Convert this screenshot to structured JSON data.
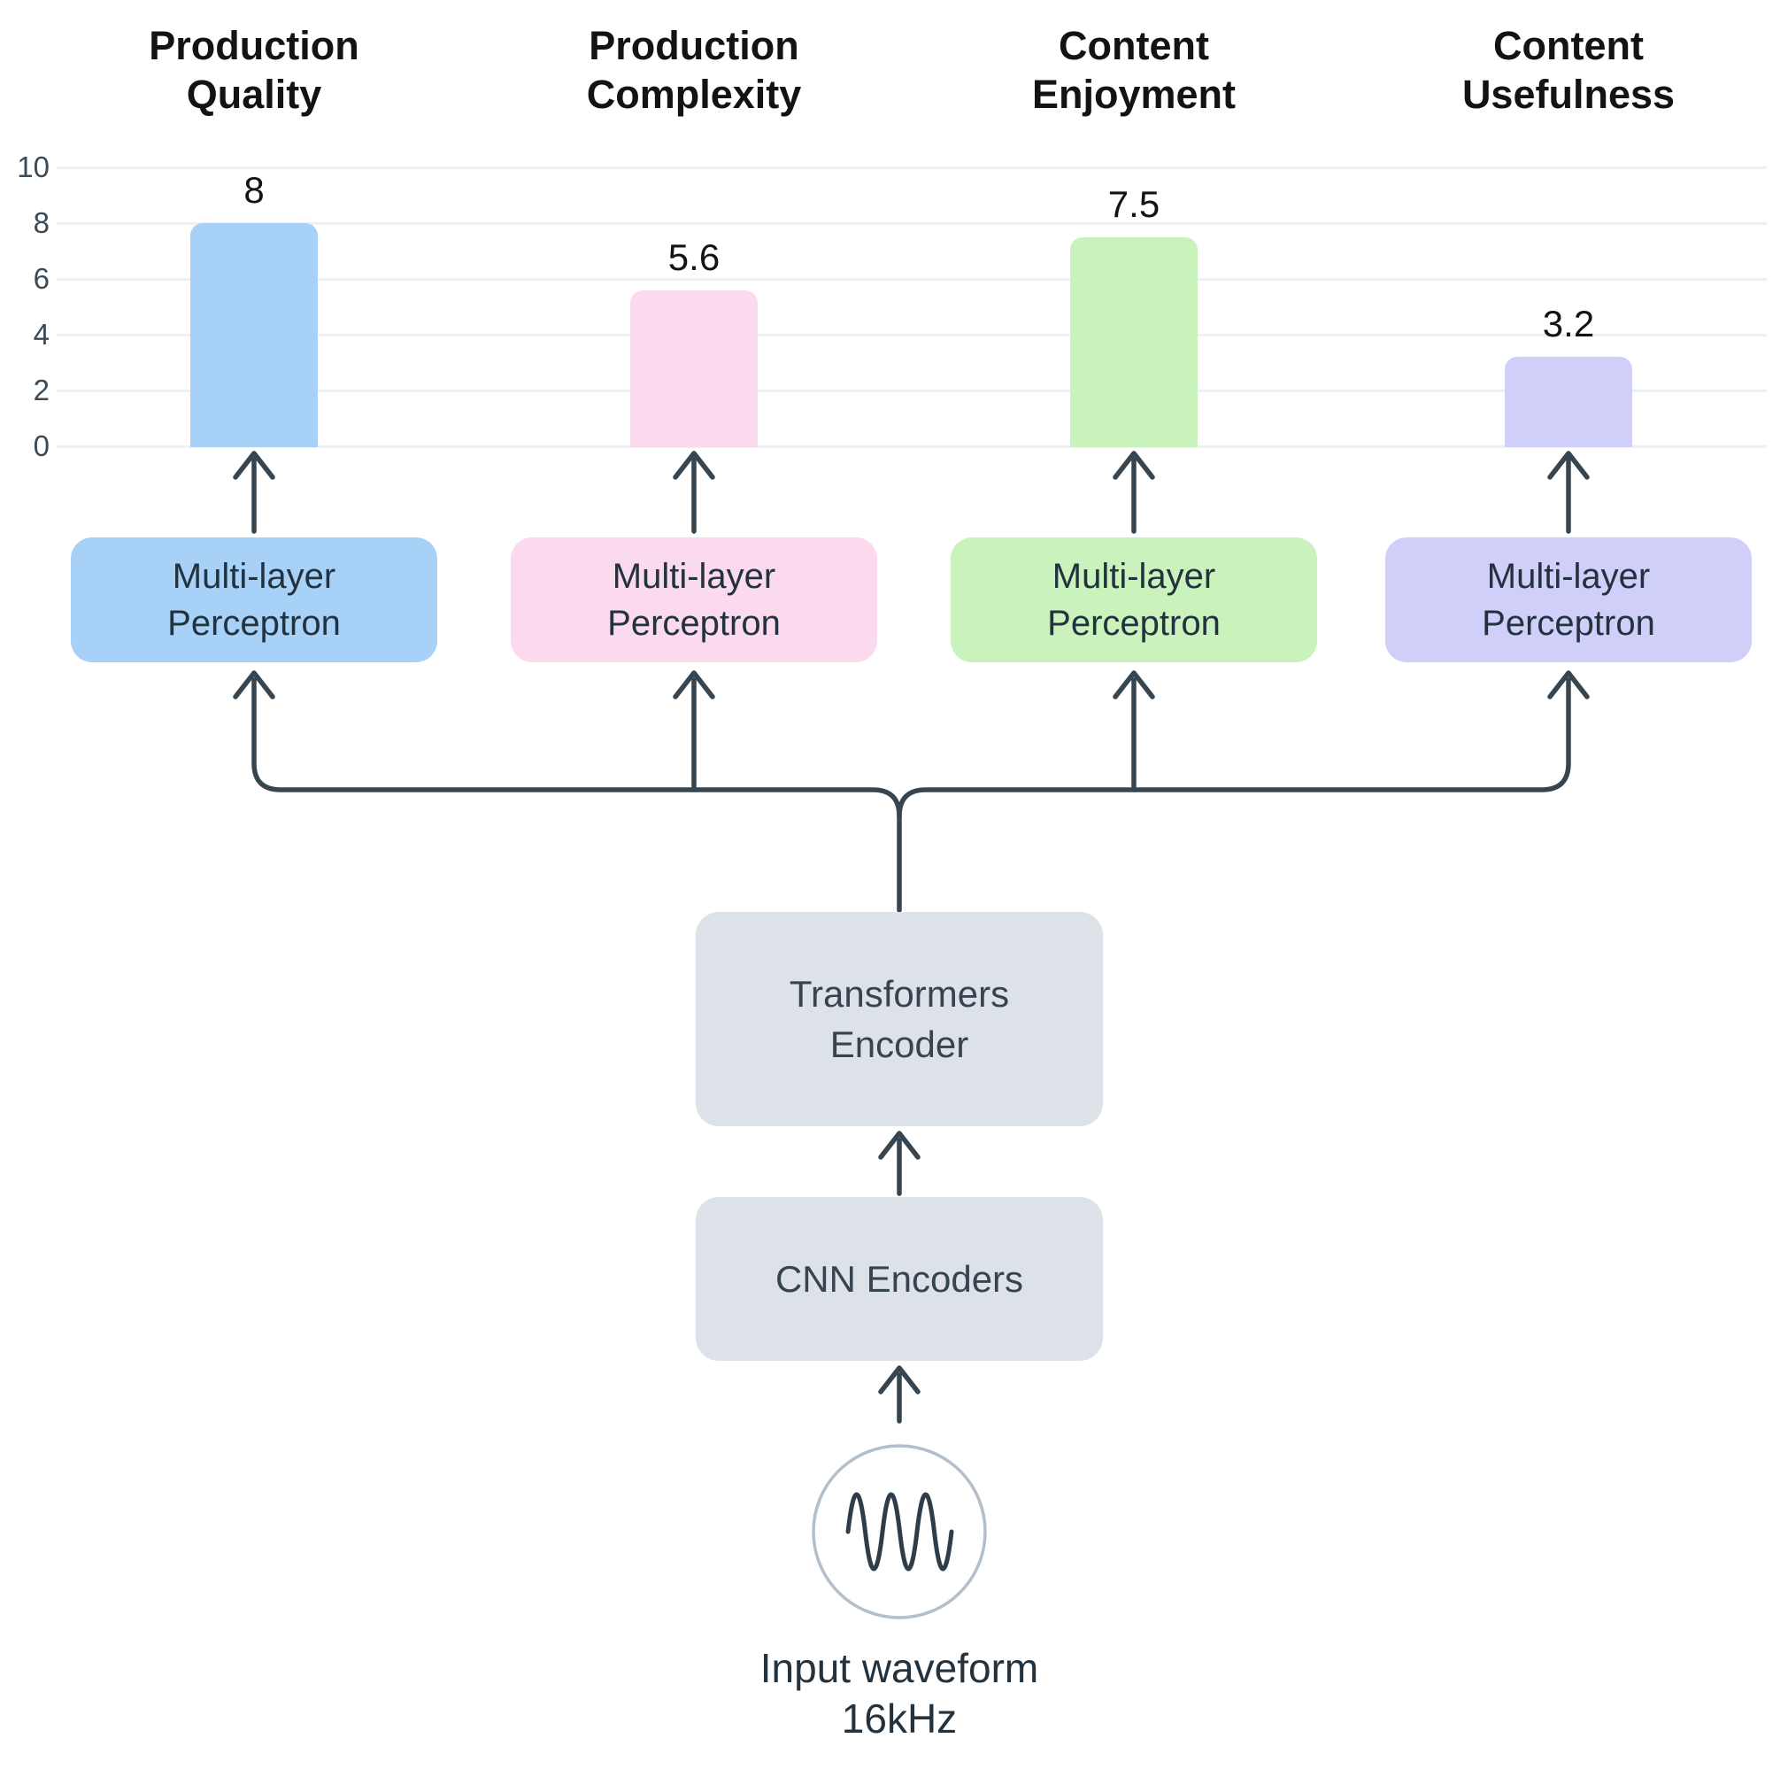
{
  "chart_data": {
    "type": "bar",
    "categories": [
      "Production Quality",
      "Production Complexity",
      "Content Enjoyment",
      "Content Usefulness"
    ],
    "values": [
      8,
      5.6,
      7.5,
      3.2
    ],
    "value_labels": [
      "8",
      "5.6",
      "7.5",
      "3.2"
    ],
    "bar_colors": [
      "#a7d1f6",
      "#fbdaee",
      "#c9f2bc",
      "#d0cffa"
    ],
    "title": "",
    "xlabel": "",
    "ylabel": "",
    "ylim": [
      0,
      10
    ],
    "yticks": [
      0,
      2,
      4,
      6,
      8,
      10
    ],
    "grid": true,
    "legend": "none"
  },
  "axis_ticks": [
    "10",
    "8",
    "6",
    "4",
    "2",
    "0"
  ],
  "columns": [
    {
      "heading": [
        "Production",
        "Quality"
      ],
      "value_label": "8",
      "value": 8,
      "color": "#a7d1f6",
      "mlp": [
        "Multi-layer",
        "Perceptron"
      ]
    },
    {
      "heading": [
        "Production",
        "Complexity"
      ],
      "value_label": "5.6",
      "value": 5.6,
      "color": "#fbdaee",
      "mlp": [
        "Multi-layer",
        "Perceptron"
      ]
    },
    {
      "heading": [
        "Content",
        "Enjoyment"
      ],
      "value_label": "7.5",
      "value": 7.5,
      "color": "#c9f2bc",
      "mlp": [
        "Multi-layer",
        "Perceptron"
      ]
    },
    {
      "heading": [
        "Content",
        "Usefulness"
      ],
      "value_label": "3.2",
      "value": 3.2,
      "color": "#d0cffa",
      "mlp": [
        "Multi-layer",
        "Perceptron"
      ]
    }
  ],
  "encoder": {
    "transformers": [
      "Transformers",
      "Encoder"
    ],
    "cnn": "CNN Encoders"
  },
  "input": {
    "icon": "sine-wave-icon",
    "label": [
      "Input waveform",
      "16kHz"
    ]
  },
  "colors": {
    "connector": "#36454f",
    "box_gray": "#dde2e8",
    "grid": "#eef1f4",
    "circle_stroke": "#b3bfca",
    "waveform_stroke": "#2e3d49",
    "heading_text": "#131313",
    "dark_text": "#22323e",
    "encoder_text": "#35444f"
  }
}
